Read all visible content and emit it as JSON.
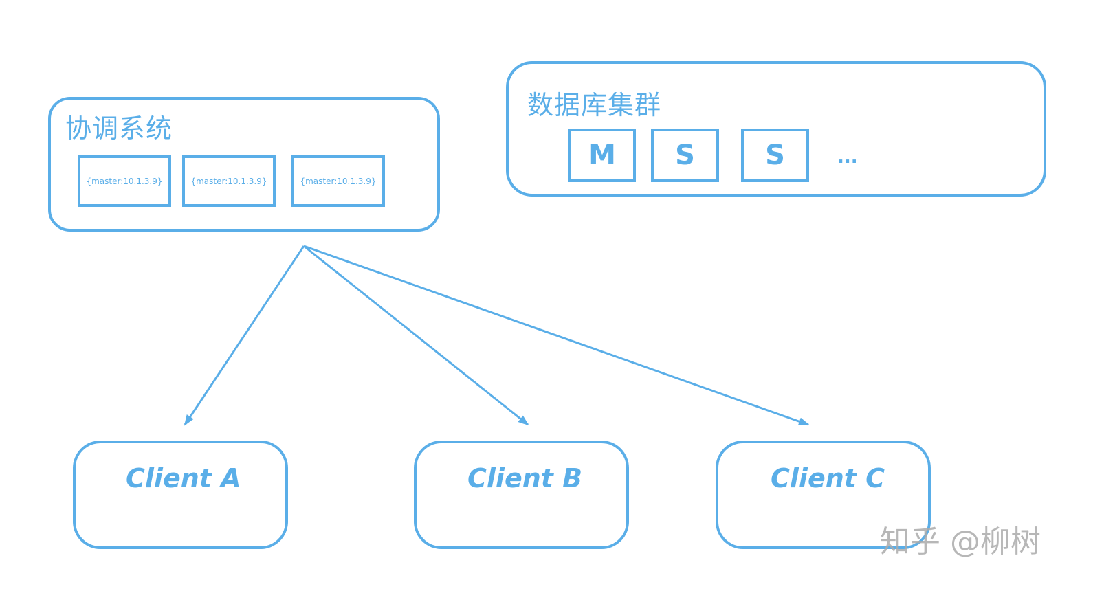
{
  "coordination_system": {
    "title": "协调系统",
    "cells": [
      "{master:10.1.3.9}",
      "{master:10.1.3.9}",
      "{master:10.1.3.9}"
    ]
  },
  "database_cluster": {
    "title": "数据库集群",
    "nodes": [
      "M",
      "S",
      "S"
    ],
    "ellipsis": "..."
  },
  "clients": [
    {
      "label": "Client  A"
    },
    {
      "label": "Client  B"
    },
    {
      "label": "Client  C"
    }
  ],
  "watermark": "知乎 @柳树",
  "colors": {
    "accent": "#5aaee8",
    "watermark": "#aaaaaa"
  }
}
